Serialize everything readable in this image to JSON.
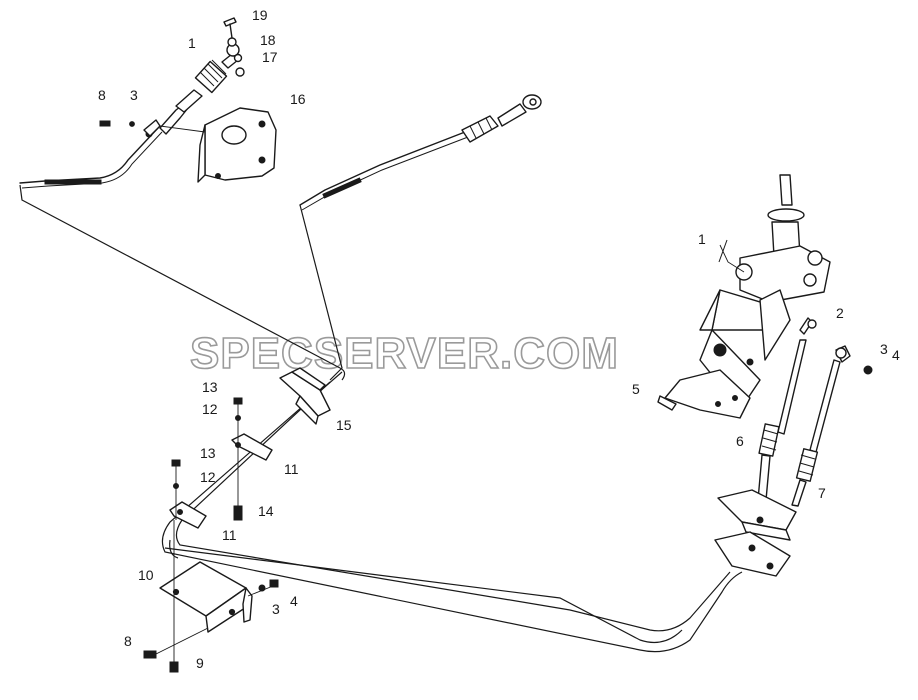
{
  "watermark": "SPECSERVER.COM",
  "callouts": {
    "c1_top": "1",
    "c19": "19",
    "c18": "18",
    "c17": "17",
    "c16": "16",
    "c8_top": "8",
    "c3_top": "3",
    "c1_right": "1",
    "c2": "2",
    "c3_right": "3",
    "c4_right": "4",
    "c5": "5",
    "c6": "6",
    "c7": "7",
    "c13_a": "13",
    "c12_a": "12",
    "c15": "15",
    "c13_b": "13",
    "c12_b": "12",
    "c11_a": "11",
    "c14": "14",
    "c11_b": "11",
    "c10": "10",
    "c3_bottom": "3",
    "c4_bottom": "4",
    "c8_bottom": "8",
    "c9": "9"
  }
}
